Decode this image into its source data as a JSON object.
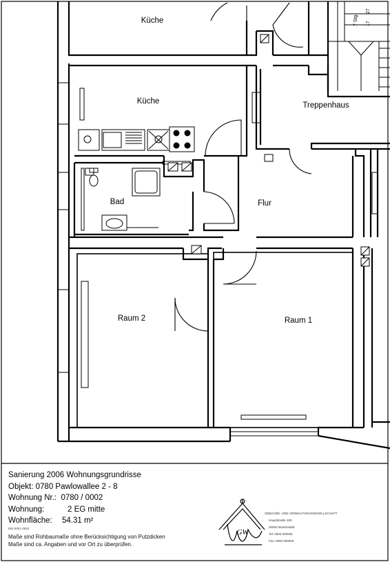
{
  "rooms": {
    "kueche_upper": "Küche",
    "kueche": "Küche",
    "treppenhaus": "Treppenhaus",
    "bad": "Bad",
    "flur": "Flur",
    "raum2": "Raum 2",
    "raum1": "Raum 1"
  },
  "stair": {
    "steps_label": "7 Stg.",
    "riser": "17",
    "tread": "27"
  },
  "title_block": {
    "line1": "Sanierung 2006 Wohnungsgrundrisse",
    "line2": "Objekt: 0780 Pawlowallee 2 - 8",
    "line3_label": "Wohnung Nr.:",
    "line3_value": "0780 / 0002",
    "line4_label": "Wohnung:",
    "line4_value": "2 EG mitte",
    "line5_label": "Wohnfläche:",
    "line5_value": "54.31 m²",
    "code": "MO-0001-0002",
    "note1": "Maße sind Rohbaumaße ohne Berücksichtigung von Putzdicken",
    "note2": "Maße sind ca. Angaben und vor Ort zu überprüfen."
  },
  "company": {
    "name": "GEBÄUDE- UND VERWALTUNGSGESELLSCHAFT",
    "street": "Hauptstraße 100",
    "city": "00000 Musterstadt",
    "phone": "Tel: 0000 000000",
    "fax": "Fax: 0000 000000",
    "logo_text": "GW"
  }
}
